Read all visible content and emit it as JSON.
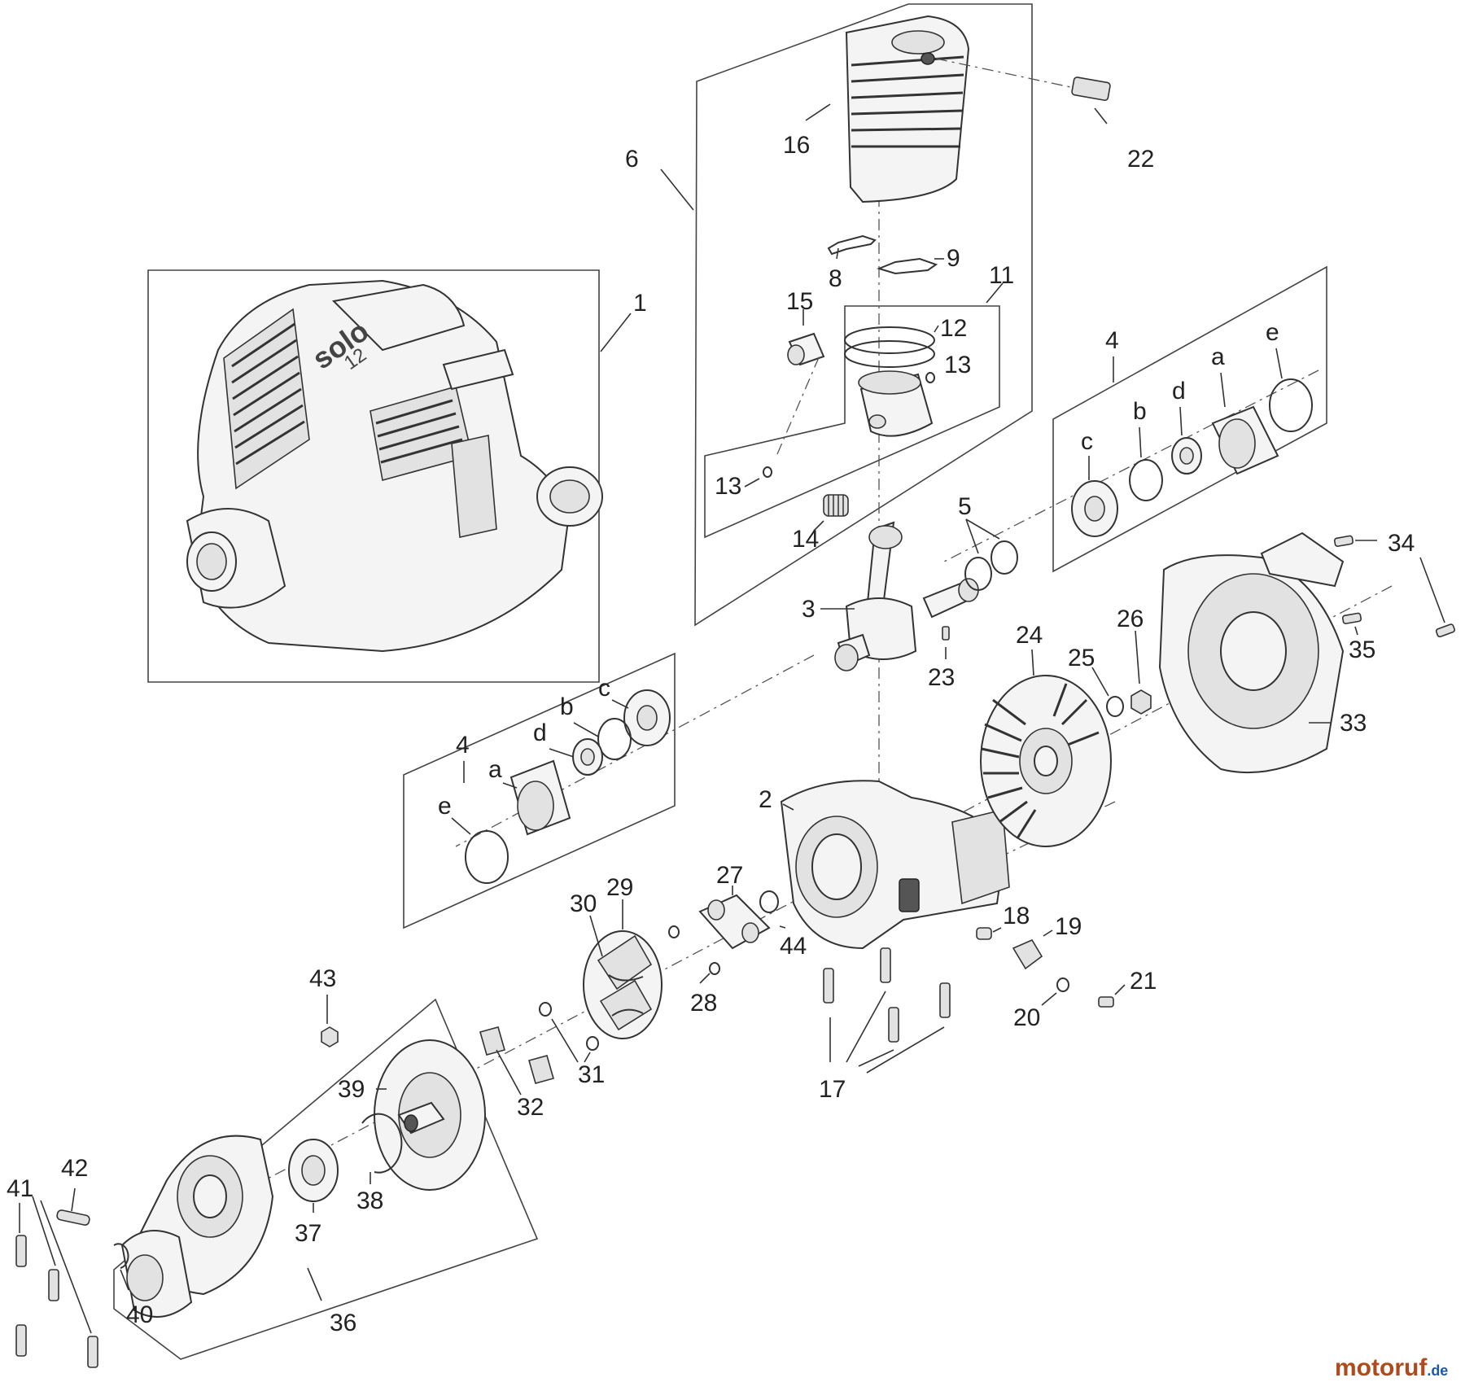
{
  "labels": {
    "l1": "1",
    "l2": "2",
    "l3": "3",
    "l4a": "4",
    "l4b": "4",
    "l5": "5",
    "l6": "6",
    "l8": "8",
    "l9": "9",
    "l11": "11",
    "l12": "12",
    "l13a": "13",
    "l13b": "13",
    "l14": "14",
    "l15": "15",
    "l16": "16",
    "l17": "17",
    "l18": "18",
    "l19": "19",
    "l20": "20",
    "l21": "21",
    "l22": "22",
    "l23": "23",
    "l24": "24",
    "l25": "25",
    "l26": "26",
    "l27": "27",
    "l28": "28",
    "l29": "29",
    "l30": "30",
    "l31": "31",
    "l32": "32",
    "l33": "33",
    "l34": "34",
    "l35": "35",
    "l36": "36",
    "l37": "37",
    "l38": "38",
    "l39": "39",
    "l40": "40",
    "l41": "41",
    "l42": "42",
    "l43": "43",
    "l44": "44",
    "rA": "a",
    "rB": "b",
    "rC": "c",
    "rD": "d",
    "rE": "e",
    "lA": "a",
    "lB": "b",
    "lC": "c",
    "lD": "d",
    "lE": "e"
  },
  "engine_logo": "solo",
  "engine_logo_num": "12",
  "watermark": {
    "brand": "motoruf",
    "suffix": ".de"
  }
}
